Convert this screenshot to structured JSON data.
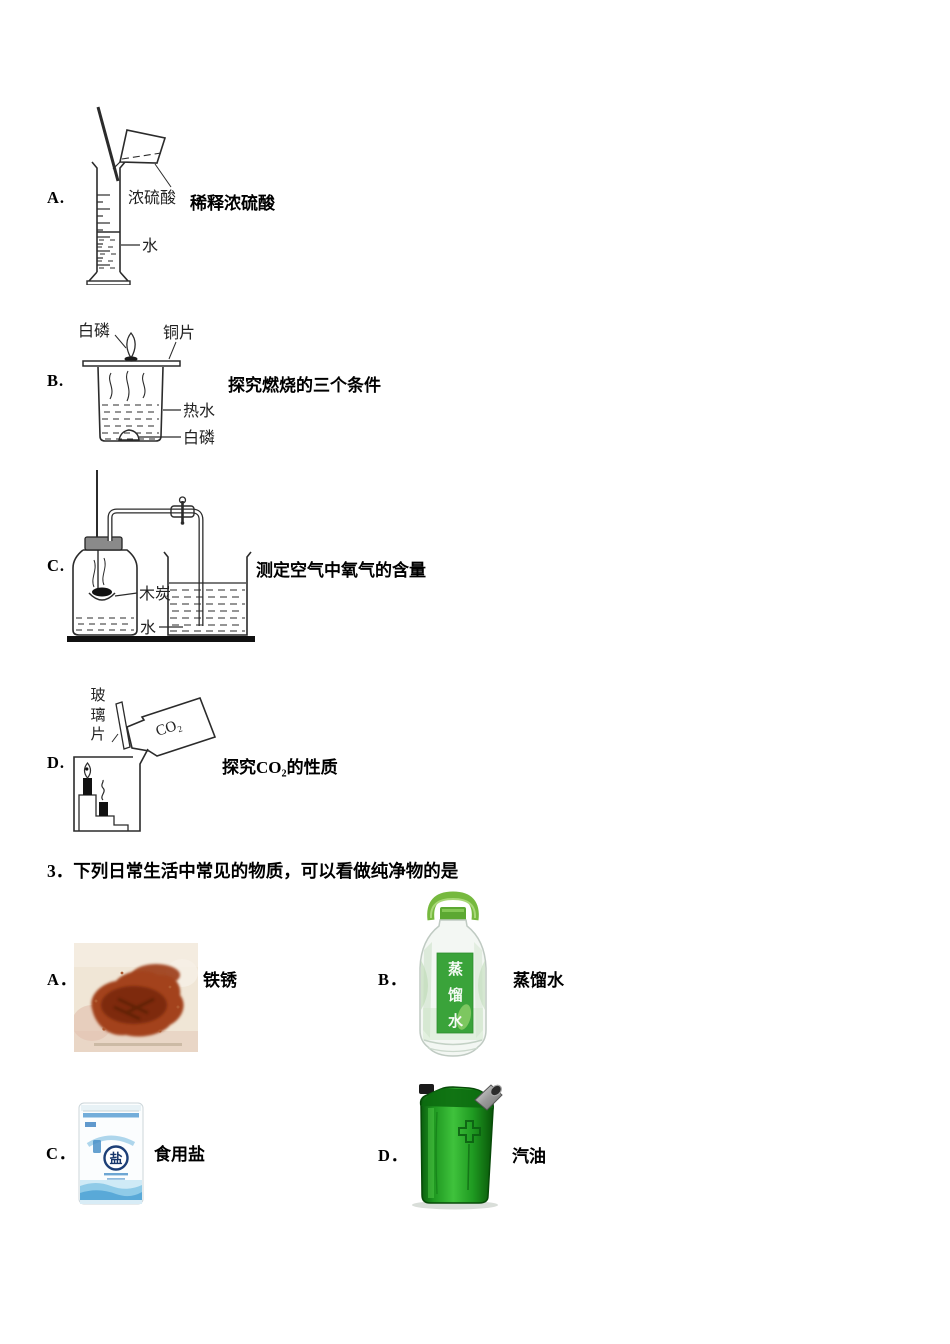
{
  "q2": {
    "options": [
      {
        "letter": "A.",
        "caption": "稀释浓硫酸",
        "labels": {
          "acid": "浓硫酸",
          "water": "水"
        }
      },
      {
        "letter": "B.",
        "caption": "探究燃烧的三个条件",
        "labels": {
          "white_phosphorus_top": "白磷",
          "copper_sheet": "铜片",
          "hot_water": "热水",
          "white_phosphorus_bottom": "白磷"
        }
      },
      {
        "letter": "C.",
        "caption": "测定空气中氧气的含量",
        "labels": {
          "charcoal": "木炭",
          "water": "水"
        }
      },
      {
        "letter": "D.",
        "caption": "探究CO₂的性质",
        "labels": {
          "glass_piece": "玻璃片",
          "gas": "CO₂"
        }
      }
    ]
  },
  "q3": {
    "number": "3．",
    "text": "下列日常生活中常见的物质，可以看做纯净物的是",
    "options": [
      {
        "letter": "A．",
        "label": "铁锈"
      },
      {
        "letter": "B．",
        "label": "蒸馏水",
        "bottle_text": "蒸馏水"
      },
      {
        "letter": "C．",
        "label": "食用盐",
        "bag_char": "盐"
      },
      {
        "letter": "D．",
        "label": "汽油"
      }
    ]
  },
  "colors": {
    "rust": "#a3421e",
    "bottle_label_green": "#3aa33a",
    "can_green": "#23a424",
    "salt_blue": "#4a90c8"
  }
}
